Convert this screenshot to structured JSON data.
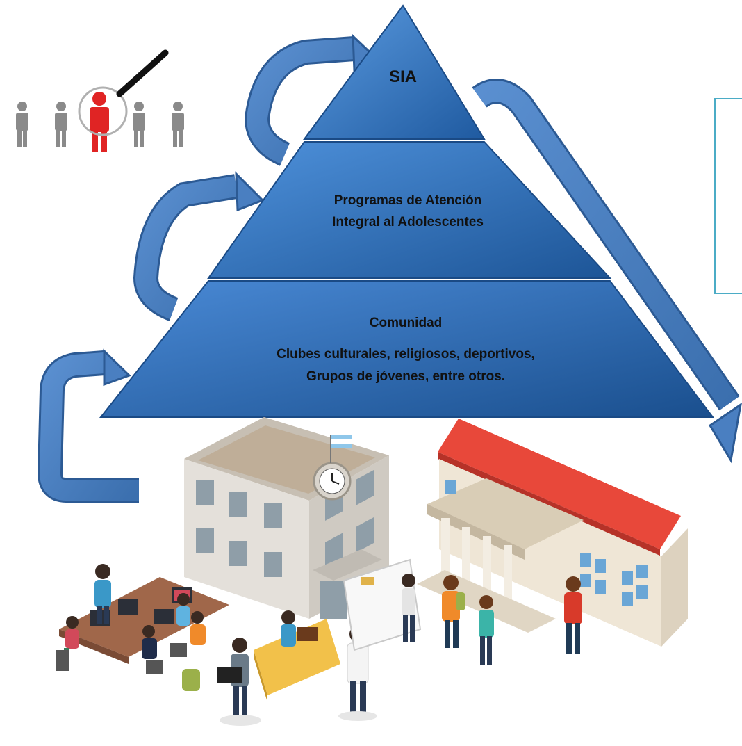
{
  "pyramid": {
    "top": {
      "label": "SIA"
    },
    "middle": {
      "line1": "Programas de Atención",
      "line2": "Integral al Adolescentes"
    },
    "bottom": {
      "title": "Comunidad",
      "line1": "Clubes culturales, religiosos, deportivos,",
      "line2": "Grupos de jóvenes, entre otros."
    }
  },
  "text_box": {
    "text": ""
  },
  "colors": {
    "pyramid_blue": "#2f6fb8",
    "pyramid_highlight": "#5b9be0",
    "arrow_fill": "#4a7fc1",
    "arrow_stroke": "#2c5a94",
    "text_box_border": "#4bacc6",
    "person_gray": "#8a8a8a",
    "person_highlight": "#e02424",
    "roof_red": "#e8483a",
    "school_wall": "#dcd8d2",
    "building_wall": "#efe6d6"
  },
  "icons": {
    "people_search": "people-search-icon",
    "school_scene": "school-community-illustration"
  }
}
